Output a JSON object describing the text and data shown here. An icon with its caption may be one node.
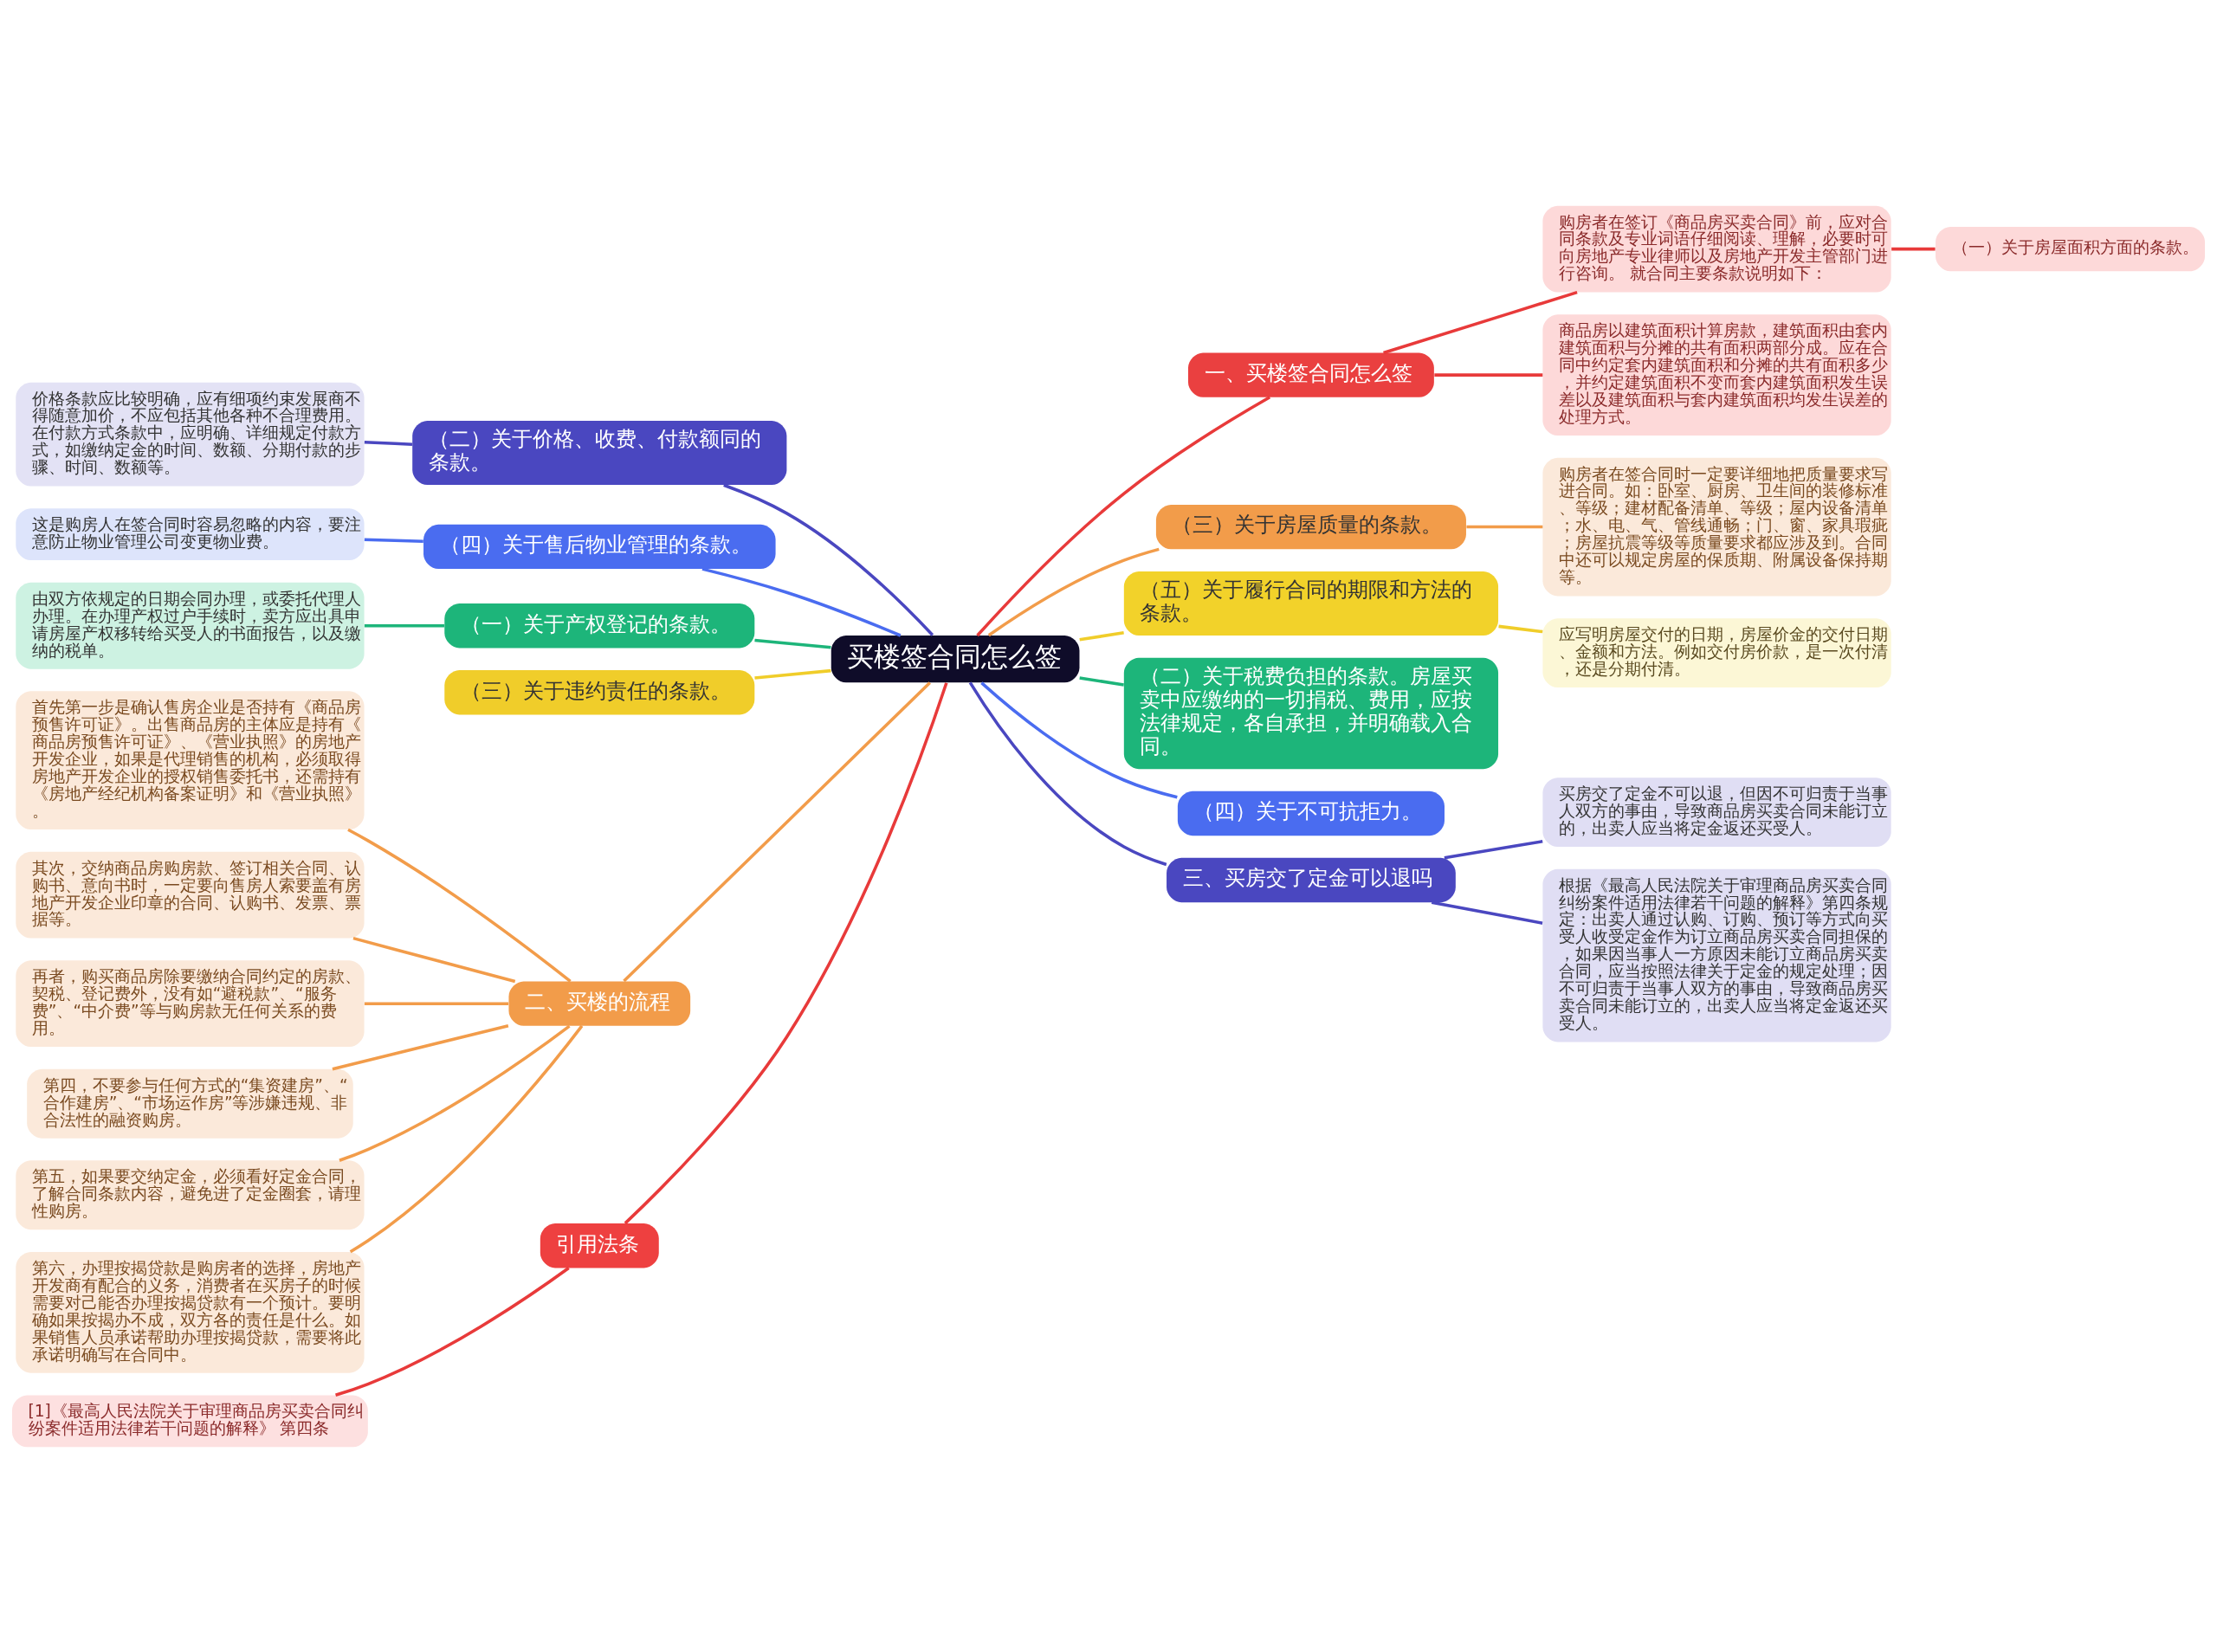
{
  "diagram": {
    "nodes": [
      {
        "text": [
          "买楼签合同怎么签"
        ]
      },
      {
        "text": [
          "（二）关于价格、收费、付款额同的条款。"
        ]
      },
      {
        "text": [
          "价格条款应比较明确，应有细项约束发展商不得随意加价，不应包括其他各种不合理费用。在付款方式条款中，应明确、详细规定付款方式，如缴纳定金的时间、数额、分期付款的步骤、时间、数额等。"
        ]
      },
      {
        "text": [
          "（四）关于售后物业管理的条款。"
        ]
      },
      {
        "text": [
          "这是购房人在签合同时容易忽略的内容，要注意防止物业管理公司变更物业费。"
        ]
      },
      {
        "text": [
          "（一）关于产权登记的条款。"
        ]
      },
      {
        "text": [
          "由双方依规定的日期会同办理，或委托代理人办理。在办理产权过户手续时，卖方应出具申请房屋产权移转给买受人的书面报告，以及缴纳的税单。"
        ]
      },
      {
        "text": [
          "（三）关于违约责任的条款。"
        ]
      },
      {
        "text": [
          "二、买楼的流程"
        ]
      },
      {
        "text": [
          "首先第一步是确认售房企业是否持有《商品房预售许可证》。出售商品房的主体应是持有《商品房预售许可证》、《营业执照》的房地产开发企业，如果是代理销售的机构，必须取得房地产开发企业的授权销售委托书，还需持有《房地产经纪机构备案证明》和《营业执照》。"
        ]
      },
      {
        "text": [
          "其次，交纳商品房购房款、签订相关合同、认购书、意向书时，一定要向售房人索要盖有房地产开发企业印章的合同、认购书、发票、票据等。"
        ]
      },
      {
        "text": [
          "再者，购买商品房除要缴纳合同约定的房款、契税、登记费外，没有如“避税款”、“服务费”、“中介费”等与购房款无任何关系的费用。"
        ]
      },
      {
        "text": [
          "第四，不要参与任何方式的“集资建房”、“合作建房”、“市场运作房”等涉嫌违规、非合法性的融资购房。"
        ]
      },
      {
        "text": [
          "第五，如果要交纳定金，必须看好定金合同，了解合同条款内容，避免进了定金圈套，请理性购房。"
        ]
      },
      {
        "text": [
          "第六，办理按揭贷款是购房者的选择，房地产开发商有配合的义务，消费者在买房子的时候需要对己能否办理按揭贷款有一个预计。要明确如果按揭办不成，双方各的责任是什么。如果销售人员承诺帮助办理按揭贷款，需要将此承诺明确写在合同中。"
        ]
      },
      {
        "text": [
          "引用法条"
        ]
      },
      {
        "text": [
          "[1]《最高人民法院关于审理商品房买卖合同纠纷案件适用法律若干问题的解释》 第四条"
        ]
      },
      {
        "text": [
          "一、买楼签合同怎么签"
        ]
      },
      {
        "text": [
          "购房者在签订《商品房买卖合同》前，应对合同条款及专业词语仔细阅读、理解，必要时可向房地产专业律师以及房地产开发主管部门进行咨询。 就合同主要条款说明如下："
        ]
      },
      {
        "text": [
          "（一）关于房屋面积方面的条款。"
        ]
      },
      {
        "text": [
          "商品房以建筑面积计算房款，建筑面积由套内建筑面积与分摊的共有面积两部分成。应在合同中约定套内建筑面积和分摊的共有面积多少，并约定建筑面积不变而套内建筑面积发生误差以及建筑面积与套内建筑面积均发生误差的处理方式。"
        ]
      },
      {
        "text": [
          "（三）关于房屋质量的条款。"
        ]
      },
      {
        "text": [
          "购房者在签合同时一定要详细地把质量要求写进合同。如：卧室、厨房、卫生间的装修标准、等级；建材配备清单、等级；屋内设备清单；水、电、气、管线通畅；门、窗、家具瑕疵；房屋抗震等级等质量要求都应涉及到。合同中还可以规定房屋的保质期、附属设备保持期等。"
        ]
      },
      {
        "text": [
          "（五）关于履行合同的期限和方法的条款。"
        ]
      },
      {
        "text": [
          "应写明房屋交付的日期，房屋价金的交付日期、金额和方法。例如交付房价款，是一次付清，还是分期付清。"
        ]
      },
      {
        "text": [
          "（二）关于税费负担的条款。房屋买卖中应缴纳的一切捐税、费用，应按法律规定，各自承担，并明确载入合同。"
        ]
      },
      {
        "text": [
          "（四）关于不可抗拒力。"
        ]
      },
      {
        "text": [
          "三、买房交了定金可以退吗"
        ]
      },
      {
        "text": [
          "买房交了定金不可以退，但因不可归责于当事人双方的事由，导致商品房买卖合同未能订立的，出卖人应当将定金返还买受人。"
        ]
      },
      {
        "text": [
          "根据《最高人民法院关于审理商品房买卖合同纠纷案件适用法律若干问题的解释》第四条规定：出卖人通过认购、订购、预订等方式向买受人收受定金作为订立商品房买卖合同担保的，如果因当事人一方原因未能订立商品房买卖合同，应当按照法律关于定金的规定处理；因不可归责于当事人双方的事由，导致商品房买卖合同未能订立的，出卖人应当将定金返还买受人。"
        ]
      }
    ],
    "edges": [
      {
        "from": 0,
        "to": 1,
        "arrow": "none",
        "color": "#4a47c0"
      },
      {
        "from": 1,
        "to": 2,
        "arrow": "none",
        "color": "#4a47c0"
      },
      {
        "from": 0,
        "to": 3,
        "arrow": "none",
        "color": "#4a6cf0"
      },
      {
        "from": 3,
        "to": 4,
        "arrow": "none",
        "color": "#4a6cf0"
      },
      {
        "from": 0,
        "to": 5,
        "arrow": "none",
        "color": "#1db57a"
      },
      {
        "from": 5,
        "to": 6,
        "arrow": "none",
        "color": "#1db57a"
      },
      {
        "from": 0,
        "to": 7,
        "arrow": "none",
        "color": "#f0cd2a"
      },
      {
        "from": 0,
        "to": 8,
        "arrow": "none",
        "color": "#f29c4a"
      },
      {
        "from": 8,
        "to": 9,
        "arrow": "none",
        "color": "#f29c4a"
      },
      {
        "from": 8,
        "to": 10,
        "arrow": "none",
        "color": "#f29c4a"
      },
      {
        "from": 8,
        "to": 11,
        "arrow": "none",
        "color": "#f29c4a"
      },
      {
        "from": 8,
        "to": 12,
        "arrow": "none",
        "color": "#f29c4a"
      },
      {
        "from": 8,
        "to": 13,
        "arrow": "none",
        "color": "#f29c4a"
      },
      {
        "from": 8,
        "to": 14,
        "arrow": "none",
        "color": "#f29c4a"
      },
      {
        "from": 0,
        "to": 15,
        "arrow": "none",
        "color": "#e83a3a"
      },
      {
        "from": 15,
        "to": 16,
        "arrow": "none",
        "color": "#e83a3a"
      },
      {
        "from": 0,
        "to": 17,
        "arrow": "none",
        "color": "#e83a3a"
      },
      {
        "from": 17,
        "to": 18,
        "arrow": "none",
        "color": "#e83a3a"
      },
      {
        "from": 18,
        "to": 19,
        "arrow": "none",
        "color": "#e83a3a"
      },
      {
        "from": 17,
        "to": 20,
        "arrow": "none",
        "color": "#e83a3a"
      },
      {
        "from": 0,
        "to": 21,
        "arrow": "none",
        "color": "#f29c4a"
      },
      {
        "from": 21,
        "to": 22,
        "arrow": "none",
        "color": "#f29c4a"
      },
      {
        "from": 0,
        "to": 23,
        "arrow": "none",
        "color": "#f0cd2a"
      },
      {
        "from": 23,
        "to": 24,
        "arrow": "none",
        "color": "#f0cd2a"
      },
      {
        "from": 0,
        "to": 25,
        "arrow": "none",
        "color": "#1db57a"
      },
      {
        "from": 0,
        "to": 26,
        "arrow": "none",
        "color": "#4a6cf0"
      },
      {
        "from": 0,
        "to": 27,
        "arrow": "none",
        "color": "#4a47c0"
      },
      {
        "from": 27,
        "to": 28,
        "arrow": "none",
        "color": "#4a47c0"
      },
      {
        "from": 27,
        "to": 29,
        "arrow": "none",
        "color": "#4a47c0"
      }
    ]
  }
}
